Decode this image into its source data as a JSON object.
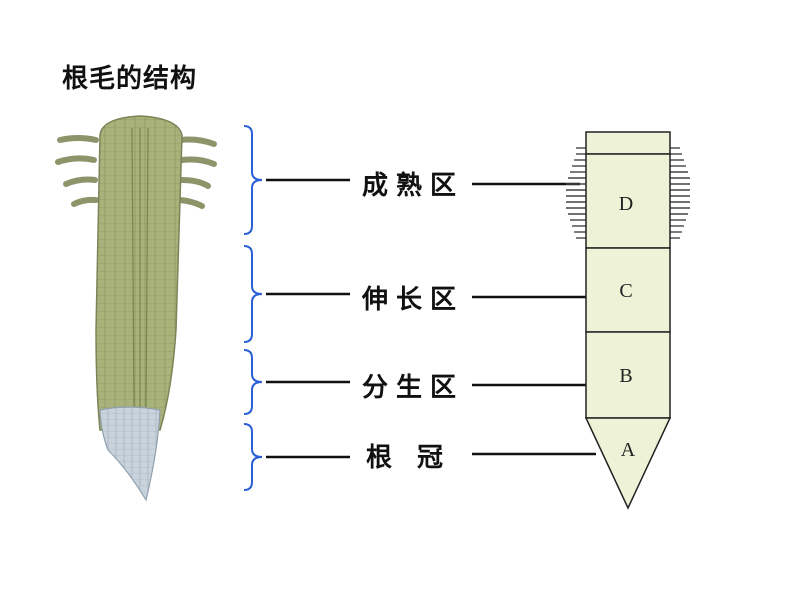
{
  "title": "根毛的结构",
  "zones": [
    {
      "label": "成熟区",
      "letter": "D"
    },
    {
      "label": "伸长区",
      "letter": "C"
    },
    {
      "label": "分生区",
      "letter": "B"
    },
    {
      "label": "根 冠",
      "letter": "A"
    }
  ],
  "colors": {
    "bracket": "#2a5fd6",
    "root_fill": "#a9b27a",
    "root_cap": "#c9d3dc",
    "diagram_fill": "#eef3d7"
  }
}
